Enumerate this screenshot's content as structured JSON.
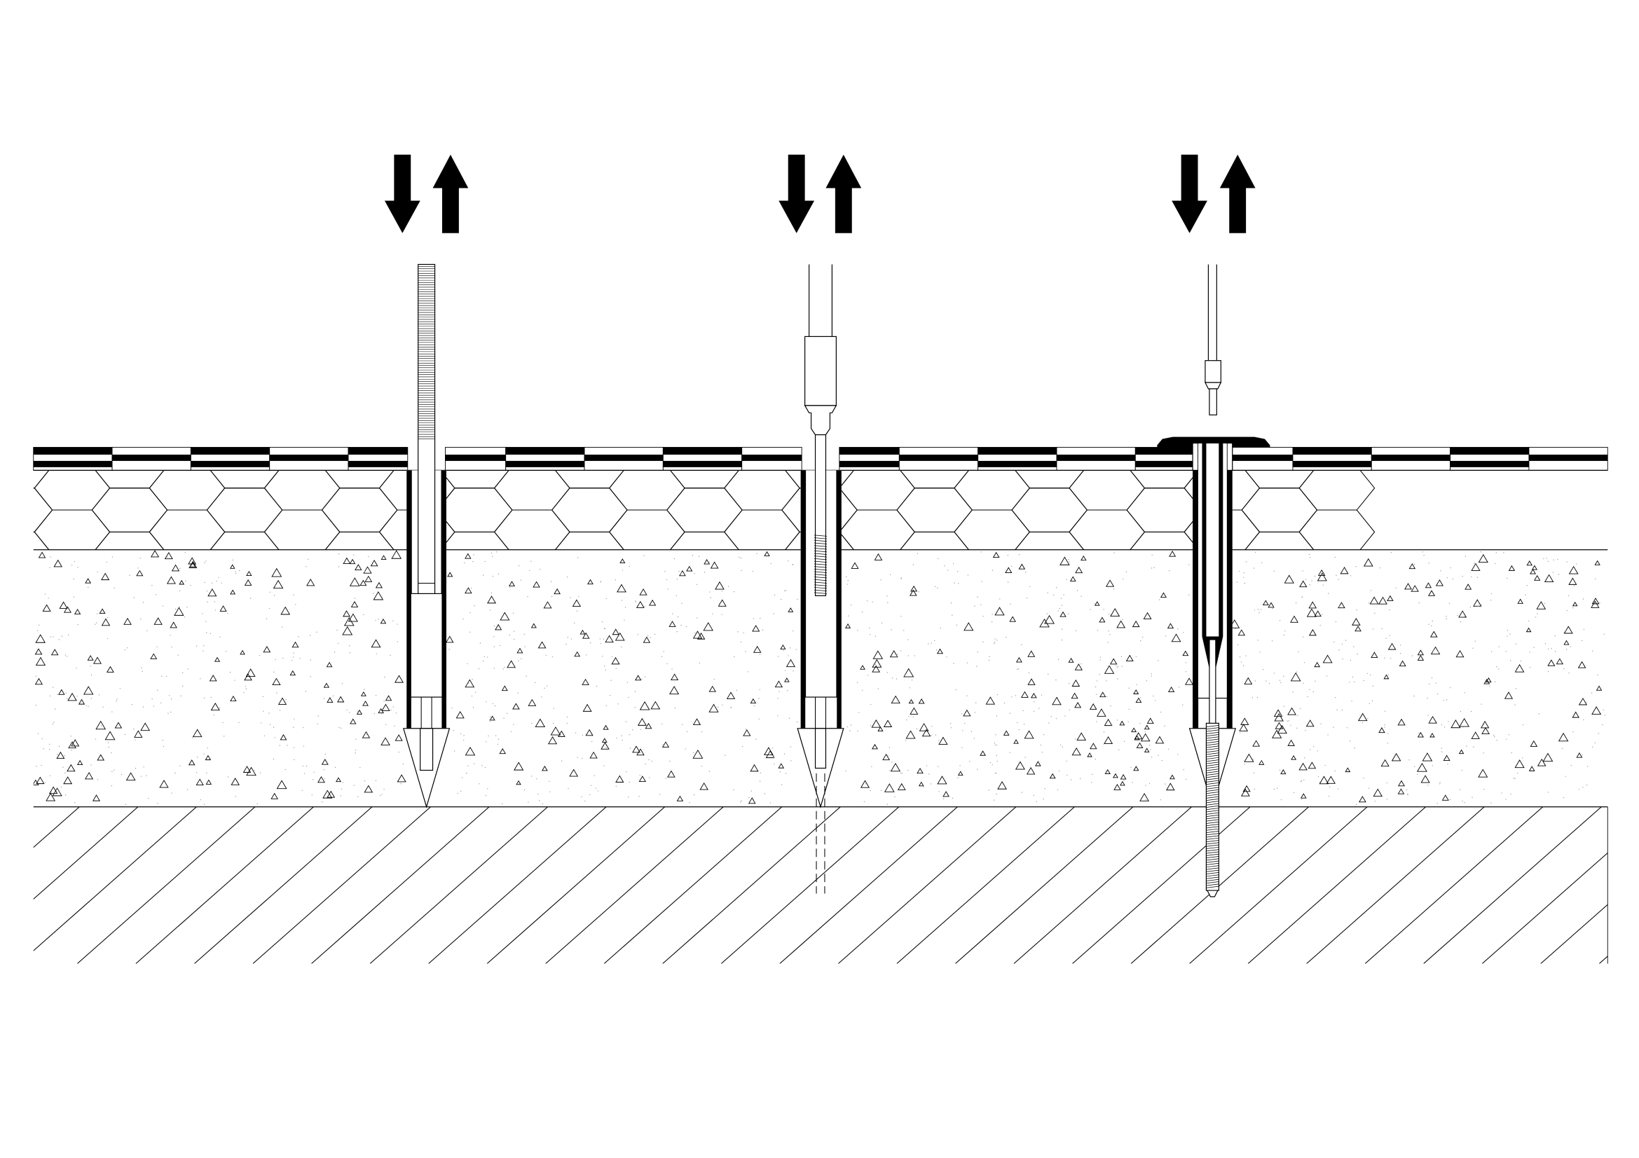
{
  "diagram": {
    "colors": {
      "ink": "#000000",
      "paper": "#ffffff",
      "speckle": "#9a9a9a"
    },
    "layers": [
      "membrane",
      "insulation-hexagon",
      "concrete-screed",
      "substrate-hatch"
    ],
    "anchors": [
      {
        "type": "threaded-rod-cone-anchor",
        "icon": "arrows-up-down-icon"
      },
      {
        "type": "coupler-cone-anchor",
        "icon": "arrows-up-down-icon"
      },
      {
        "type": "screw-washer-cone-anchor",
        "icon": "arrows-up-down-icon"
      }
    ]
  }
}
